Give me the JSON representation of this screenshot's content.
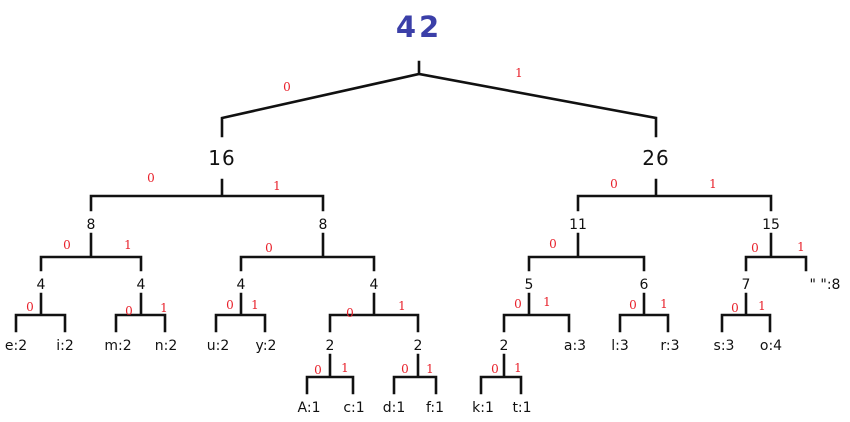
{
  "colors": {
    "root": "#3b3fa8",
    "bit": "#e8202a",
    "edge": "#111111",
    "text": "#111111"
  },
  "root": {
    "weight": "42"
  },
  "nodes": {
    "n16": "16",
    "n26": "26",
    "n8a": "8",
    "n8b": "8",
    "n11": "11",
    "n15": "15",
    "n4a": "4",
    "n4b": "4",
    "n4c": "4",
    "n4d": "4",
    "n5": "5",
    "n6": "6",
    "n7": "7",
    "n2a": "2",
    "n2b": "2",
    "n2c": "2"
  },
  "leaves": {
    "e": "e:2",
    "i": "i:2",
    "m": "m:2",
    "n": "n:2",
    "u": "u:2",
    "y": "y:2",
    "a": "a:3",
    "l": "l:3",
    "r": "r:3",
    "space": "\" \":8",
    "s": "s:3",
    "o": "o:4",
    "A": "A:1",
    "c": "c:1",
    "d": "d:1",
    "f": "f:1",
    "k": "k:1",
    "t": "t:1"
  },
  "bits": {
    "zero": "0",
    "one": "1"
  }
}
